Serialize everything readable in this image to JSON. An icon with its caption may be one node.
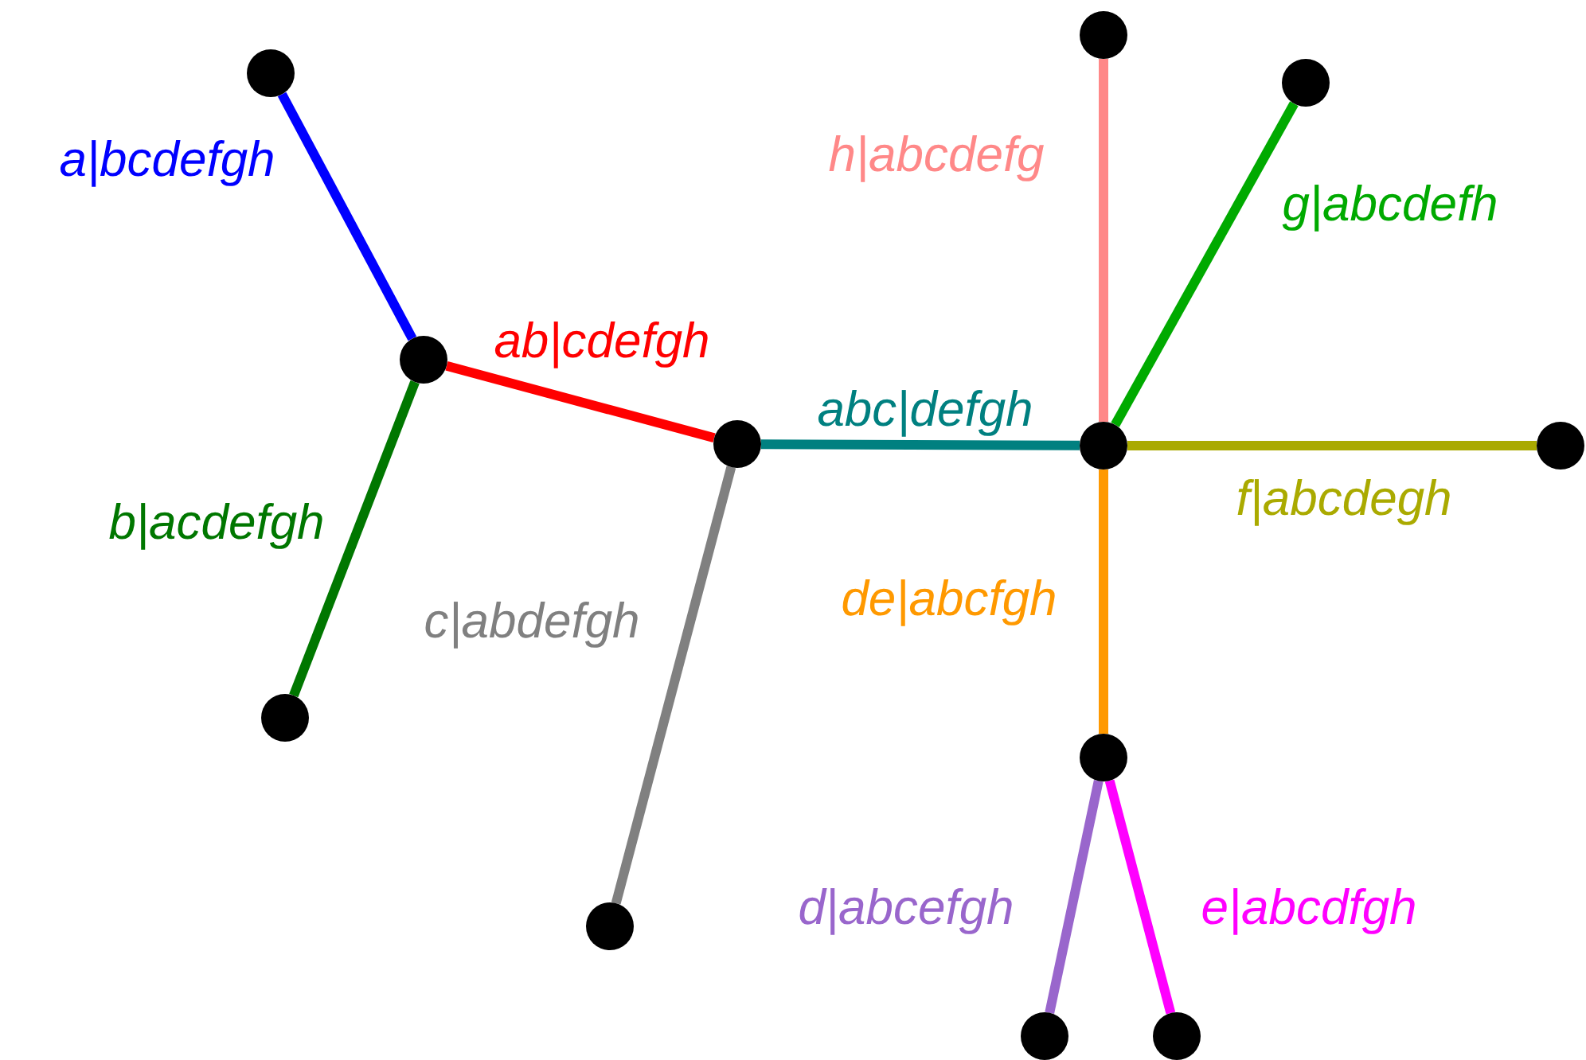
{
  "diagram": {
    "nodes": [
      {
        "text": [],
        "shape": "circle"
      },
      {
        "text": [],
        "shape": "circle"
      },
      {
        "text": [],
        "shape": "circle"
      },
      {
        "text": [],
        "shape": "circle"
      },
      {
        "text": [],
        "shape": "circle"
      },
      {
        "text": [],
        "shape": "circle"
      },
      {
        "text": [],
        "shape": "circle"
      },
      {
        "text": [],
        "shape": "circle"
      },
      {
        "text": [],
        "shape": "circle"
      },
      {
        "text": [],
        "shape": "circle"
      },
      {
        "text": [],
        "shape": "circle"
      },
      {
        "text": [],
        "shape": "circle"
      }
    ],
    "edges": [
      {
        "from": 0,
        "to": 1,
        "arrow": "none",
        "label": "a|bcdefgh",
        "color": "#0000ff"
      },
      {
        "from": 1,
        "to": 3,
        "arrow": "none",
        "label": "ab|cdefgh",
        "color": "#ff0000"
      },
      {
        "from": 1,
        "to": 2,
        "arrow": "none",
        "label": "b|acdefgh",
        "color": "#007700"
      },
      {
        "from": 3,
        "to": 7,
        "arrow": "none",
        "label": "abc|defgh",
        "color": "#008080"
      },
      {
        "from": 3,
        "to": 4,
        "arrow": "none",
        "label": "c|abdefgh",
        "color": "#808080"
      },
      {
        "from": 7,
        "to": 5,
        "arrow": "none",
        "label": "h|abcdefg",
        "color": "#ff8888"
      },
      {
        "from": 7,
        "to": 6,
        "arrow": "none",
        "label": "g|abcdefh",
        "color": "#00aa00"
      },
      {
        "from": 7,
        "to": 8,
        "arrow": "none",
        "label": "f|abcdegh",
        "color": "#aaaa00"
      },
      {
        "from": 7,
        "to": 9,
        "arrow": "none",
        "label": "de|abcfgh",
        "color": "#ff9900"
      },
      {
        "from": 9,
        "to": 10,
        "arrow": "none",
        "label": "d|abcefgh",
        "color": "#9966cc"
      },
      {
        "from": 9,
        "to": 11,
        "arrow": "none",
        "label": "e|abcdfgh",
        "color": "#ff00ff"
      }
    ]
  }
}
